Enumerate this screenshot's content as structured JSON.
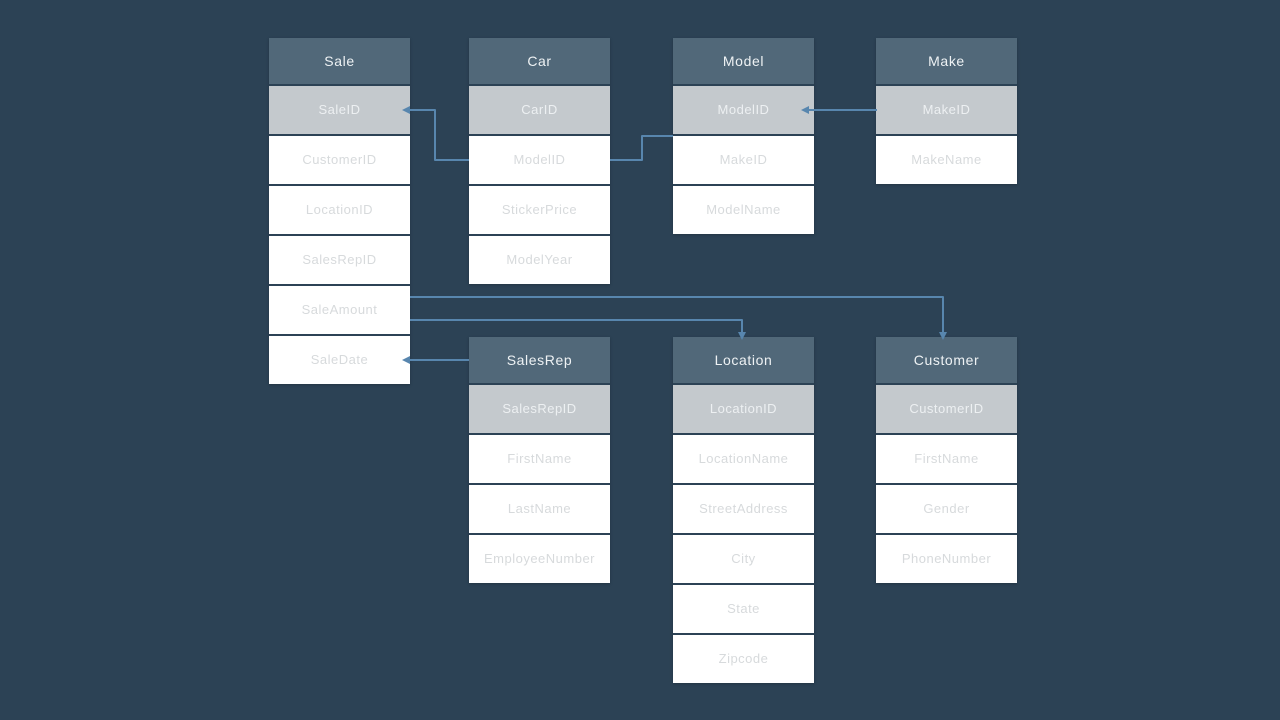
{
  "colors": {
    "background": "#2c4255",
    "table_header_bg": "#516879",
    "table_header_text": "#eef2f4",
    "primary_key_row_bg": "#c4c9cd",
    "primary_key_row_text": "#edf0f2",
    "field_row_bg": "#ffffff",
    "field_row_text": "#d7dadc",
    "connector_line": "#5886ae"
  },
  "tables": [
    {
      "name": "Sale",
      "primary_key": "SaleID",
      "fields": [
        "CustomerID",
        "LocationID",
        "SalesRepID",
        "SaleAmount",
        "SaleDate"
      ]
    },
    {
      "name": "Car",
      "primary_key": "CarID",
      "fields": [
        "ModelID",
        "StickerPrice",
        "ModelYear"
      ]
    },
    {
      "name": "Model",
      "primary_key": "ModelID",
      "fields": [
        "MakeID",
        "ModelName"
      ]
    },
    {
      "name": "Make",
      "primary_key": "MakeID",
      "fields": [
        "MakeName"
      ]
    },
    {
      "name": "SalesRep",
      "primary_key": "SalesRepID",
      "fields": [
        "FirstName",
        "LastName",
        "EmployeeNumber"
      ]
    },
    {
      "name": "Location",
      "primary_key": "LocationID",
      "fields": [
        "LocationName",
        "StreetAddress",
        "City",
        "State",
        "Zipcode"
      ]
    },
    {
      "name": "Customer",
      "primary_key": "CustomerID",
      "fields": [
        "FirstName",
        "Gender",
        "PhoneNumber"
      ]
    }
  ],
  "relationships": [
    {
      "a": "Sale.SaleID",
      "b": "Car.ModelID",
      "arrow_at": "Sale.SaleID"
    },
    {
      "a": "Car.ModelID",
      "b": "Model.ModelID",
      "arrow_at": ""
    },
    {
      "a": "Model.ModelID",
      "b": "Make.MakeID",
      "arrow_at": "Model.ModelID"
    },
    {
      "a": "Sale.SaleAmount",
      "b": "Customer.header",
      "arrow_at": "Customer.header"
    },
    {
      "a": "Sale.SaleAmount",
      "b": "Location.header",
      "arrow_at": "Location.header"
    },
    {
      "a": "Sale.SaleDate",
      "b": "SalesRep.header",
      "arrow_at": "Sale.SaleDate"
    }
  ]
}
